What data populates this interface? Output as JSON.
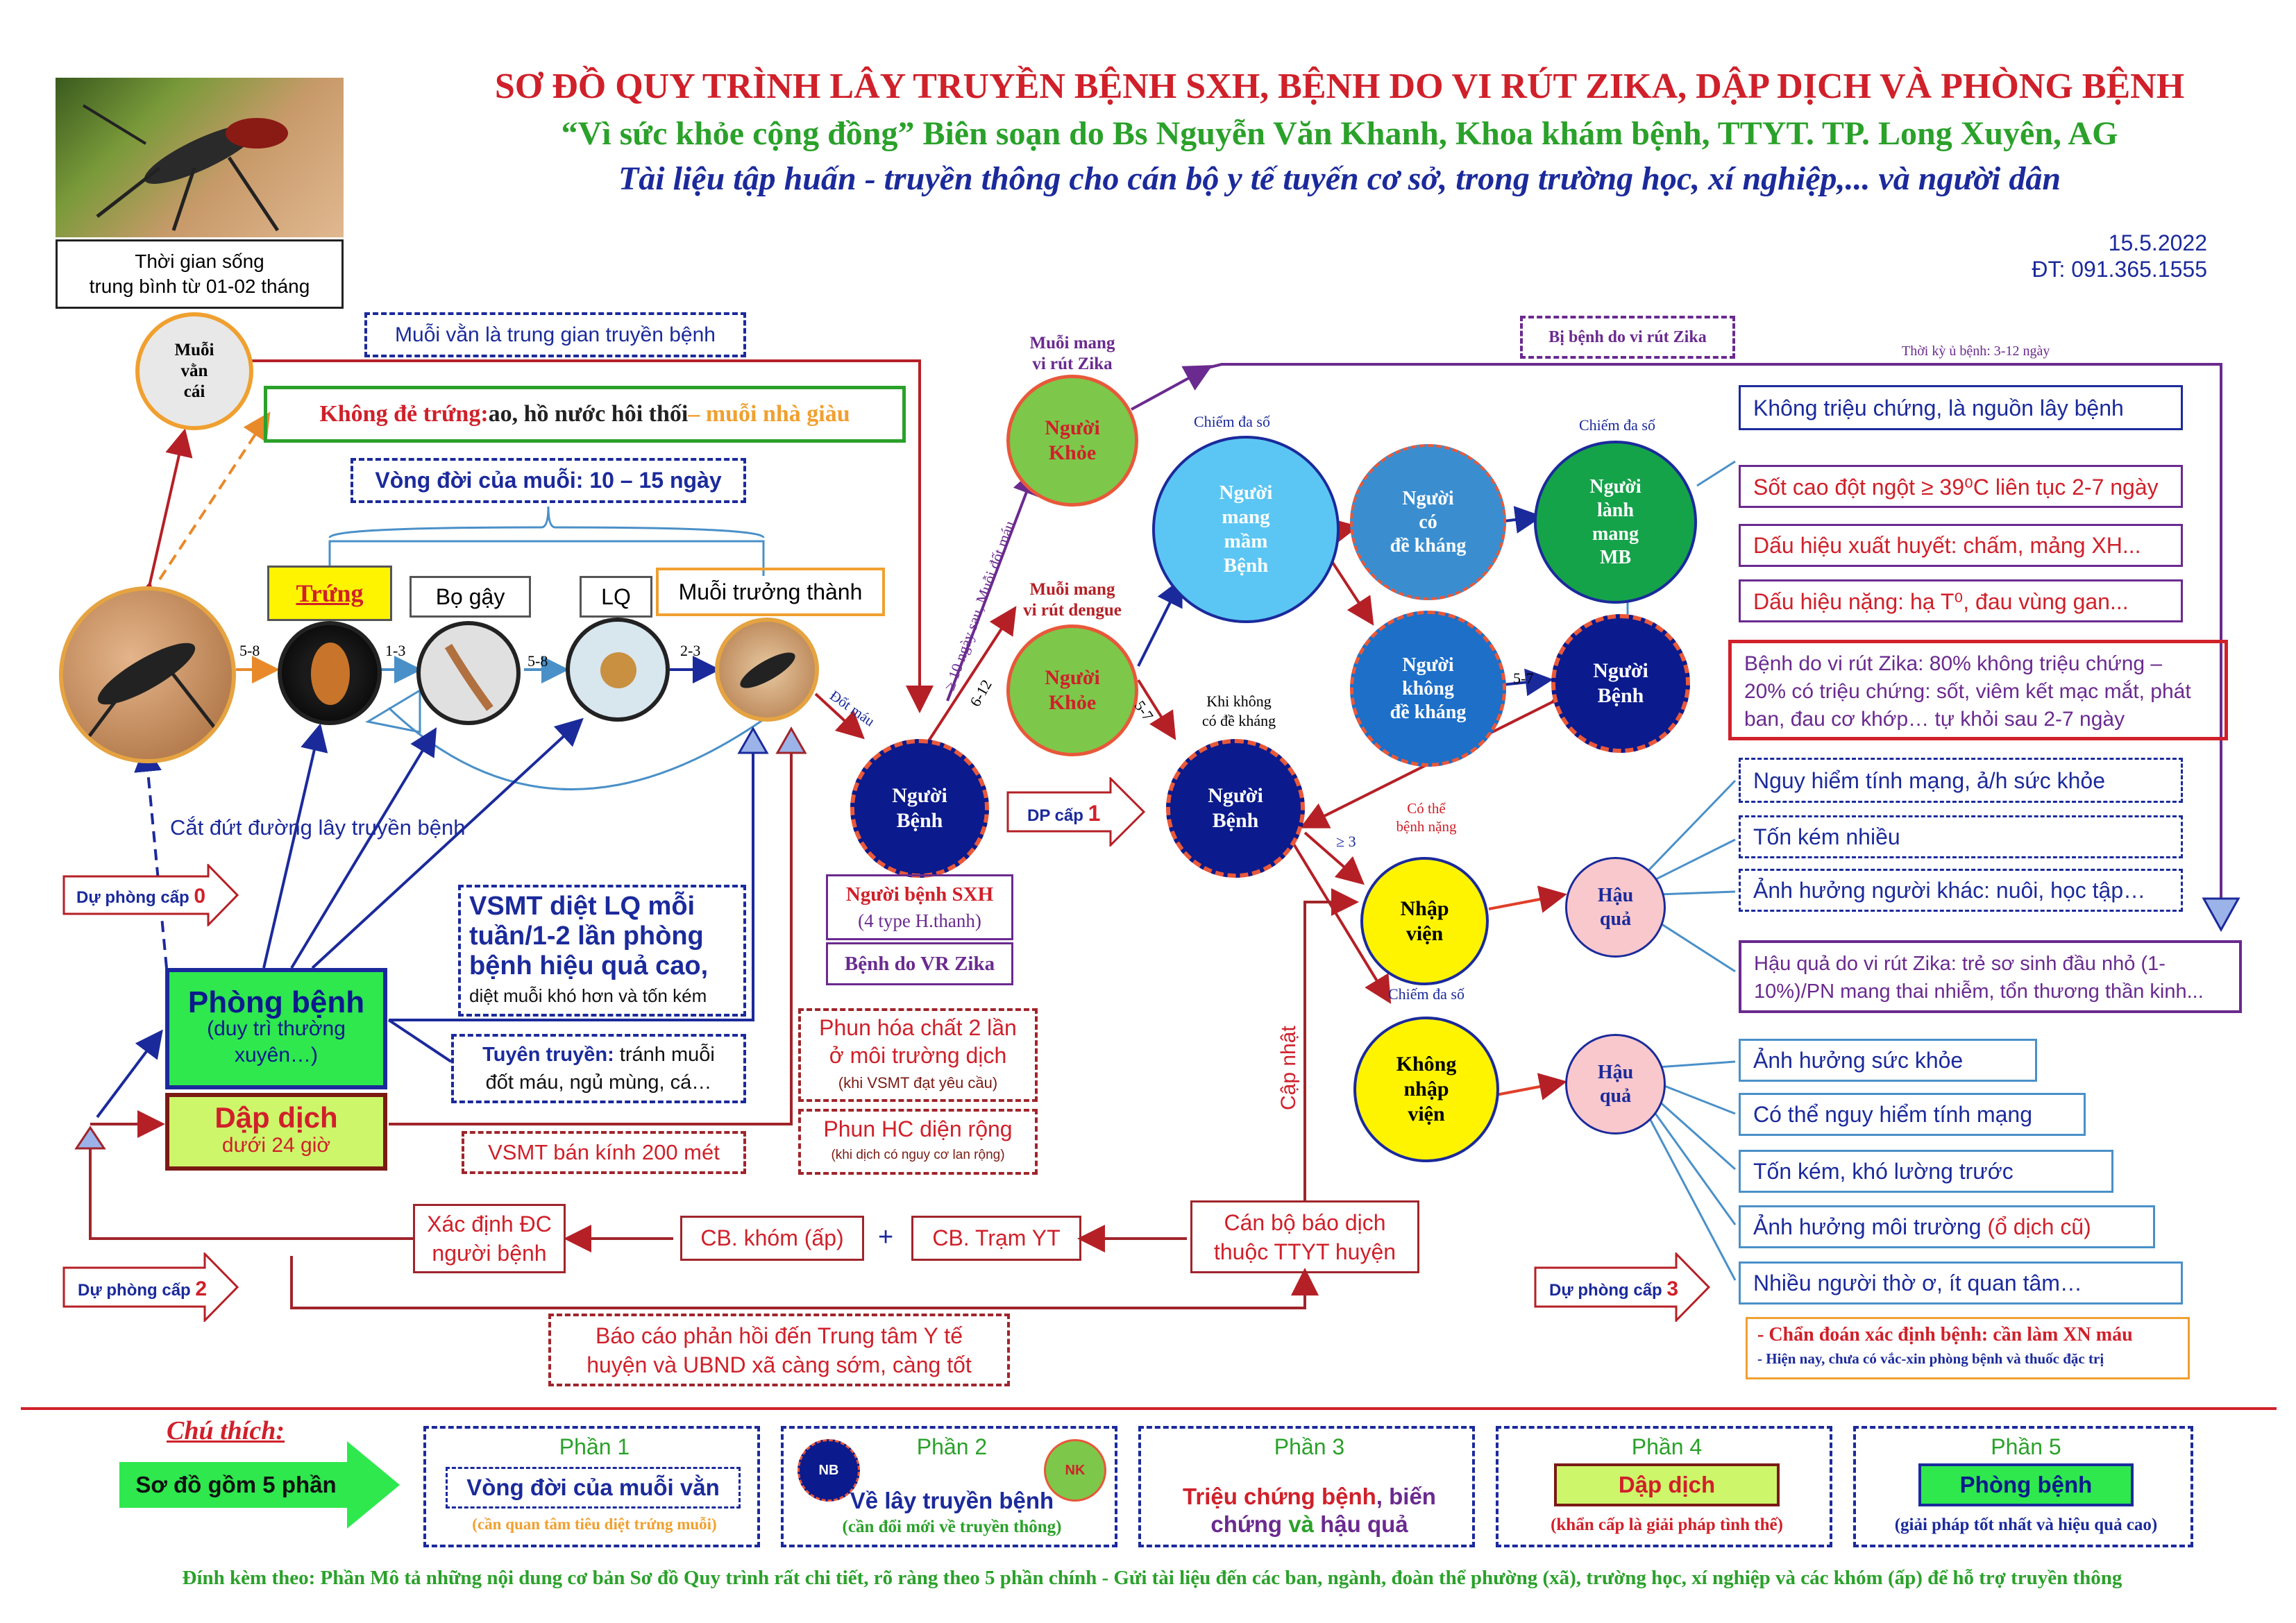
{
  "header": {
    "title": "SƠ ĐỒ QUY TRÌNH LÂY TRUYỀN BỆNH SXH, BỆNH DO VI RÚT ZIKA, DẬP DỊCH VÀ PHÒNG BỆNH",
    "subtitle": "“Vì sức khỏe cộng đồng” Biên soạn do Bs Nguyễn Văn Khanh, Khoa khám bệnh, TTYT. TP. Long Xuyên, AG",
    "tagline": "Tài liệu tập huấn - truyền thông cho cán bộ y tế tuyến cơ sở, trong trường học, xí nghiệp,... và người dân",
    "date": "15.5.2022",
    "phone": "ĐT: 091.365.1555"
  },
  "mosquito_caption": {
    "line1": "Thời gian sống",
    "line2": "trung bình từ 01-02 tháng"
  },
  "lifecycle": {
    "female_mosquito": {
      "l1": "Muỗi",
      "l2": "vằn",
      "l3": "cái"
    },
    "vector_note": "Muỗi vằn là trung gian truyền bệnh",
    "no_eggs": {
      "bold": "Không đẻ trứng:",
      "mid": " ao, hồ nước hôi thối",
      "rich": " – muỗi nhà giàu"
    },
    "cycle_title": "Vòng đời của muỗi: 10 – 15 ngày",
    "stages": {
      "egg": "Trứng",
      "larva": "Bọ gậy",
      "pupa": "LQ",
      "adult": "Muỗi trưởng thành"
    },
    "days": {
      "d1": "5-8",
      "d2": "1-3",
      "d3": "5-8",
      "d4": "2-3"
    }
  },
  "cut_transmission": "Cắt đứt đường lây truyền bệnh",
  "prevention_levels": {
    "l0": "Dự phòng cấp",
    "n0": "0",
    "l1": "DP cấp",
    "n1": "1",
    "l2": "Dự phòng cấp",
    "n2": "2",
    "l3": "Dự phòng cấp",
    "n3": "3"
  },
  "vsmt_box": {
    "l1": "VSMT diệt LQ mỗi",
    "l2": "tuần/1-2 lần phòng",
    "l3": "bệnh hiệu quả cao,",
    "l4": "diệt muỗi khó hơn và tốn kém"
  },
  "phong_benh": {
    "title": "Phòng bệnh",
    "sub1": "(duy trì thường",
    "sub2": "xuyên…)"
  },
  "dap_dich": {
    "title": "Dập dịch",
    "sub": "dưới 24 giờ"
  },
  "tuyen_truyen": {
    "bold": "Tuyên truyền:",
    "rest1": " tránh muỗi",
    "rest2": "đốt máu, ngủ mùng, cá…"
  },
  "vsmt_200": "VSMT bán kính 200 mét",
  "spray1": {
    "l1": "Phun hóa chất 2 lần",
    "l2": "ở môi trường dịch",
    "l3": "(khi VSMT đạt yêu cầu)"
  },
  "spray2": {
    "l1": "Phun HC diện rộng",
    "l2": "(khi dịch có nguy cơ lan rộng)"
  },
  "patients": {
    "sick": {
      "l1": "Người",
      "l2": "Bệnh"
    },
    "healthy": {
      "l1": "Người",
      "l2": "Khỏe"
    },
    "carrier": {
      "l1": "Người",
      "l2": "mang",
      "l3": "mầm",
      "l4": "Bệnh"
    },
    "immune": {
      "l1": "Người",
      "l2": "có",
      "l3": "đề kháng"
    },
    "non_immune": {
      "l1": "Người",
      "l2": "không",
      "l3": "đề kháng"
    },
    "healthy_carrier": {
      "l1": "Người",
      "l2": "lành",
      "l3": "mang",
      "l4": "MB"
    },
    "admit": {
      "l1": "Nhập",
      "l2": "viện"
    },
    "no_admit": {
      "l1": "Không",
      "l2": "nhập",
      "l3": "viện"
    },
    "outcome": {
      "l1": "Hậu",
      "l2": "quả"
    }
  },
  "sxh_box": {
    "l1": "Người bệnh SXH",
    "l2": "(4 type H.thanh)",
    "l3": "Bệnh do VR Zika"
  },
  "flow_labels": {
    "blood_meal": "Đốt máu",
    "zika_carrier": {
      "l1": "Muỗi mang",
      "l2": "vi rút Zika"
    },
    "dengue_carrier": {
      "l1": "Muỗi mang",
      "l2": "vi rút dengue"
    },
    "ten_days": "≥ 10 ngày sau, Muỗi đốt máu",
    "d612": "6-12",
    "d57a": "5-7",
    "d57b": "5-7",
    "majority1": "Chiếm đa số",
    "majority2": "Chiếm đa số",
    "majority3": "Chiếm đa số",
    "no_resist": {
      "l1": "Khi không",
      "l2": "có đề kháng"
    },
    "severe": {
      "l1": "Có thể",
      "l2": "bệnh nặng"
    },
    "gte3": "≥ 3",
    "zika_label": "Bị bệnh do vi rút Zika",
    "incubation": "Thời kỳ ủ bệnh: 3-12 ngày",
    "update": "Cập nhật"
  },
  "symptoms": {
    "s1": "Không triệu chứng, là nguồn lây bệnh",
    "s2": "Sốt cao đột ngột ≥ 39⁰C liên tục 2-7 ngày",
    "s3": "Dấu hiệu xuất huyết: chấm, mảng XH...",
    "s4": "Dấu hiệu nặng: hạ T⁰, đau vùng gan...",
    "zika": {
      "l1": "Bệnh do vi rút Zika: 80% không triệu chứng –",
      "l2": "20% có triệu chứng: sốt, viêm kết mạc mắt, phát",
      "l3": "ban, đau cơ khớp… tự khỏi sau 2-7 ngày"
    }
  },
  "consequences_admit": {
    "c1": "Nguy hiểm tính mạng, ả/h sức khỏe",
    "c2": "Tốn kém nhiều",
    "c3": "Ảnh hưởng người khác: nuôi, học tập…",
    "zika": {
      "l1": "Hậu quả do vi rút Zika: trẻ sơ sinh đầu nhỏ (1-",
      "l2": "10%)/PN mang thai nhiễm, tổn thương thần kinh..."
    }
  },
  "consequences_noadmit": {
    "c1": "Ảnh hưởng sức khỏe",
    "c2": "Có thể nguy hiểm tính mạng",
    "c3": "Tốn kém, khó lường trước",
    "c4a": "Ảnh hưởng môi trường ",
    "c4b": "(ổ dịch cũ)",
    "c5": "Nhiều người thờ ơ, ít quan tâm…"
  },
  "diagnosis": {
    "l1": "- Chẩn đoán xác định bệnh: cần làm XN máu",
    "l2": "- Hiện nay, chưa có vắc-xin phòng bệnh và thuốc đặc trị"
  },
  "reporting": {
    "locate": {
      "l1": "Xác định ĐC",
      "l2": "người bệnh"
    },
    "cb_khom": "CB. khóm (ấp)",
    "plus": "+",
    "cb_tram": "CB. Trạm YT",
    "cb_bao": {
      "l1": "Cán bộ báo dịch",
      "l2": "thuộc TTYT huyện"
    },
    "feedback": {
      "l1": "Báo cáo phản hồi đến Trung tâm Y tế",
      "l2": "huyện và UBND xã càng sớm, càng tốt"
    }
  },
  "legend": {
    "title": "Chú thích:",
    "arrow": "Sơ đồ gồm 5 phần",
    "p1": {
      "head": "Phần 1",
      "box": "Vòng đời của muỗi vằn",
      "note": "(cần quan tâm tiêu diệt trứng muỗi)"
    },
    "p2": {
      "head": "Phần 2",
      "nb": "NB",
      "nk": "NK",
      "box": "Về lây truyền bệnh",
      "note": "(cần đổi mới về truyền thông)"
    },
    "p3": {
      "head": "Phần 3",
      "a": "Triệu chứng bệnh",
      "b": ", biến",
      "c": "chứng",
      "d": " và ",
      "e": "hậu quả"
    },
    "p4": {
      "head": "Phần 4",
      "box": "Dập dịch",
      "note": "(khẩn cấp là giải pháp tình thế)"
    },
    "p5": {
      "head": "Phần 5",
      "box": "Phòng bệnh",
      "note": "(giải pháp tốt nhất và hiệu quả cao)"
    }
  },
  "footer": "Đính kèm theo: Phần Mô tả những nội dung cơ bản Sơ đồ Quy trình rất chi tiết, rõ ràng theo 5 phần chính - Gửi tài liệu đến các ban, ngành, đoàn thể phường (xã), trường học, xí nghiệp và các khóm (ấp) để hỗ trợ truyền thông",
  "colors": {
    "title_red": "#d0202a",
    "green": "#2aa12a",
    "navy": "#1b2a9b",
    "sick_fill": "#0b1a8c",
    "healthy_fill": "#7dc84a",
    "yellow": "#fff400",
    "pink": "#f8c8cc"
  }
}
